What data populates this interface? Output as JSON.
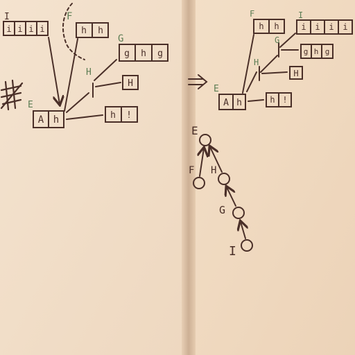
{
  "left": {
    "label_I": "I",
    "label_F": "F",
    "label_G": "G",
    "label_H": "H",
    "label_E": "E",
    "box_I_cells": [
      "i",
      "i",
      "i",
      "i"
    ],
    "box_F_cells": [
      "h",
      "h"
    ],
    "box_G_cells": [
      "g",
      "h",
      "g"
    ],
    "box_H_cells": [
      "H"
    ],
    "box_E_cells": [
      "A",
      "h"
    ],
    "box_hbang_cells": [
      "h",
      "!"
    ]
  },
  "implies": "⇒",
  "right": {
    "label_F": "F",
    "label_I": "I",
    "label_G": "G",
    "label_H": "H",
    "label_E": "E",
    "box_F_cells": [
      "h",
      "h"
    ],
    "box_I_cells": [
      "i",
      "i",
      "i",
      "i"
    ],
    "box_G_cells": [
      "g",
      "h",
      "g"
    ],
    "box_H_cells": [
      "H"
    ],
    "box_E_cells": [
      "A",
      "h"
    ],
    "box_hbang_cells": [
      "h",
      "!"
    ]
  },
  "chain": {
    "E": "E",
    "F": "F",
    "H": "H",
    "G": "G",
    "I": "I"
  },
  "colors": {
    "ink": "#4a2f28",
    "green_label": "#5d7d54",
    "paper": "#f2dfc9"
  }
}
